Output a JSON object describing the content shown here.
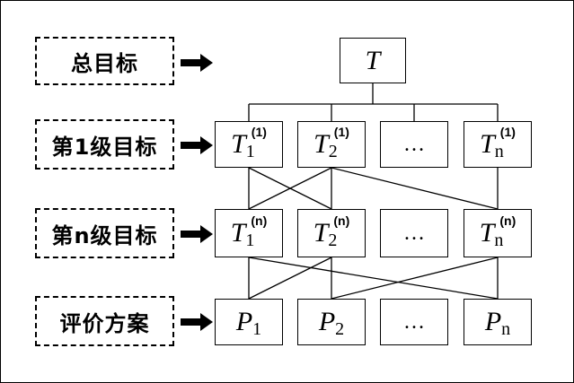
{
  "levels": [
    {
      "label": "总目标"
    },
    {
      "label": "第1级目标"
    },
    {
      "label": "第n级目标"
    },
    {
      "label": "评价方案"
    }
  ],
  "goal": {
    "symbol": "T"
  },
  "level1": [
    {
      "main": "T",
      "sub": "1",
      "sup": "(1)"
    },
    {
      "main": "T",
      "sub": "2",
      "sup": "(1)"
    },
    {
      "dots": "…"
    },
    {
      "main": "T",
      "sub": "n",
      "sup": "(1)"
    }
  ],
  "leveln": [
    {
      "main": "T",
      "sub": "1",
      "sup": "(n)"
    },
    {
      "main": "T",
      "sub": "2",
      "sup": "(n)"
    },
    {
      "dots": "…"
    },
    {
      "main": "T",
      "sub": "n",
      "sup": "(n)"
    }
  ],
  "plans": [
    {
      "main": "P",
      "sub": "1"
    },
    {
      "main": "P",
      "sub": "2"
    },
    {
      "dots": "…"
    },
    {
      "main": "P",
      "sub": "n"
    }
  ]
}
